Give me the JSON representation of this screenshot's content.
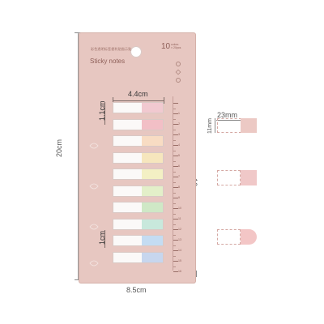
{
  "dimensions": {
    "height_total": "20cm",
    "width_total": "8.5cm",
    "ruler_length": "16cm",
    "flag_width": "4.4cm",
    "flag_height_top": "1.1cm",
    "flag_height_bottom": "1cm"
  },
  "card": {
    "title": "Sticky notes",
    "count": "10",
    "count_sub": "colors\n× 20pcs",
    "chinese_caption": "彩色透明标签便利贴指示贴"
  },
  "flags": [
    {
      "color": "#f1c9d0"
    },
    {
      "color": "#f2bfc6"
    },
    {
      "color": "#f8dcc3"
    },
    {
      "color": "#f6e6bd"
    },
    {
      "color": "#f3f0c4"
    },
    {
      "color": "#e3efc9"
    },
    {
      "color": "#cfe8c6"
    },
    {
      "color": "#c8e8dc"
    },
    {
      "color": "#c4dcf2"
    },
    {
      "color": "#c7d6ee"
    }
  ],
  "ruler": {
    "numbers": [
      "1",
      "2",
      "3",
      "4",
      "5",
      "6",
      "7",
      "8",
      "9",
      "10",
      "11",
      "12",
      "13",
      "14",
      "15",
      "16"
    ]
  },
  "icons": {
    "top": {
      "width_label": "23mm",
      "height_label": "11mm",
      "color": "#ecc9c4"
    },
    "middle": {
      "color": "#f0c8c8"
    },
    "bottom": {
      "color": "#f3c6c6"
    }
  }
}
